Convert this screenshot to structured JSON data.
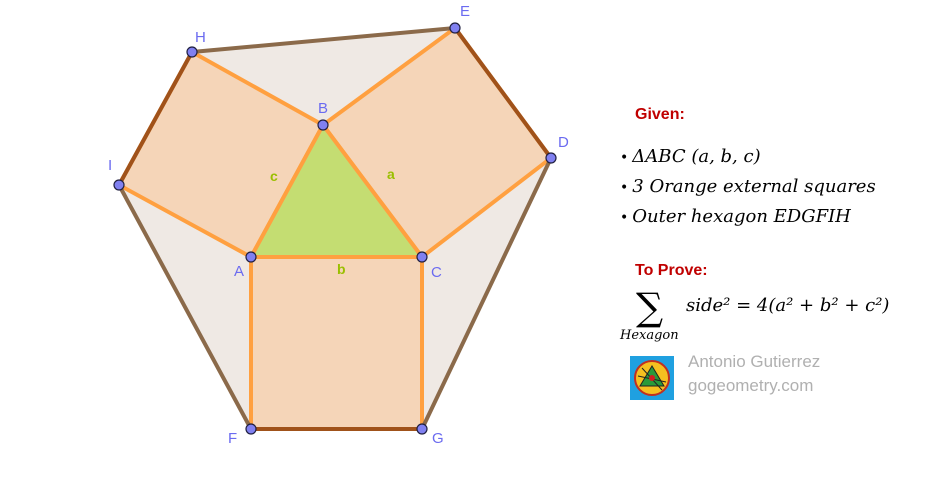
{
  "points": {
    "A": {
      "label": "A"
    },
    "B": {
      "label": "B"
    },
    "C": {
      "label": "C"
    },
    "D": {
      "label": "D"
    },
    "E": {
      "label": "E"
    },
    "F": {
      "label": "F"
    },
    "G": {
      "label": "G"
    },
    "H": {
      "label": "H"
    },
    "I": {
      "label": "I"
    }
  },
  "side_labels": {
    "a": "a",
    "b": "b",
    "c": "c"
  },
  "colors": {
    "square_fill": "#f5d5b8",
    "square_stroke": "#ffa040",
    "triangle_fill": "#c4dd72",
    "hexagon_fill": "#efe9e4",
    "hexagon_stroke": "#8b6a4a",
    "hexagon_edge_dark": "#a0521a",
    "point_fill": "#8080f0",
    "heading": "#c00000"
  },
  "panel": {
    "given_title": "Given:",
    "given_items": [
      "ΔABC (a, b, c)",
      "3 Orange external squares",
      "Outer hexagon EDGFIH"
    ],
    "bullet": "•",
    "prove_title": "To Prove:",
    "formula": {
      "sigma": "∑",
      "subscript": "Hexagon",
      "expression": "side² = 4(a² + b² + c²)"
    },
    "author": "Antonio Gutierrez",
    "website": "gogeometry.com"
  }
}
